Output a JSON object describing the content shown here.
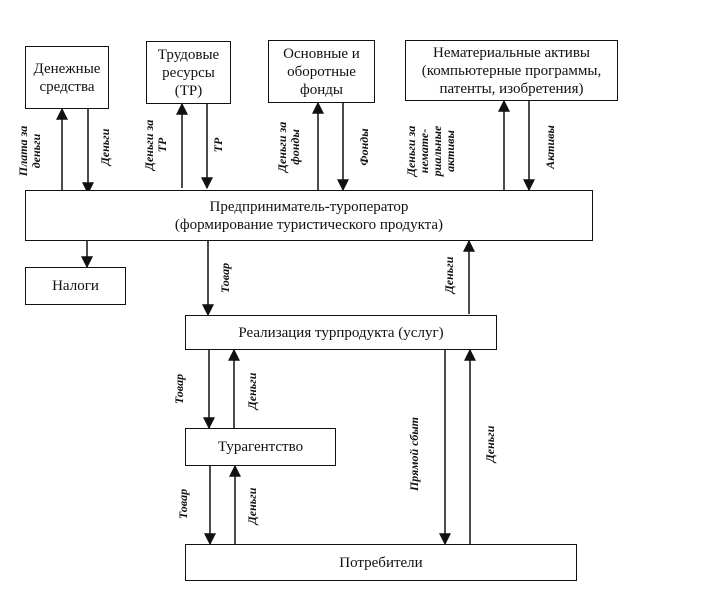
{
  "boxes": {
    "money": "Денежные\nсредства",
    "labor": "Трудовые\nресурсы\n(ТР)",
    "funds": "Основные и\nоборотные\nфонды",
    "intangible": "Нематериальные активы\n(компьютерные программы,\nпатенты, изобретения)",
    "operator": "Предприниматель-туроператор\n(формирование туристического продукта)",
    "taxes": "Налоги",
    "sales": "Реализация турпродукта (услуг)",
    "agency": "Турагентство",
    "consumers": "Потребители"
  },
  "labels": {
    "pay_for_money": "Плата за\nденьги",
    "money_1": "Деньги",
    "money_for_tr": "Деньги за\nТР",
    "tr": "ТР",
    "money_for_funds": "Деньги за\nфонды",
    "funds": "Фонды",
    "money_for_intangible": "Деньги за\nнемате-\nриальные\nактивы",
    "assets": "Активы",
    "goods_1": "Товар",
    "money_2": "Деньги",
    "goods_2": "Товар",
    "money_3": "Деньги",
    "direct_sales": "Прямой сбыт",
    "money_4": "Деньги",
    "goods_3": "Товар",
    "money_5": "Деньги"
  }
}
